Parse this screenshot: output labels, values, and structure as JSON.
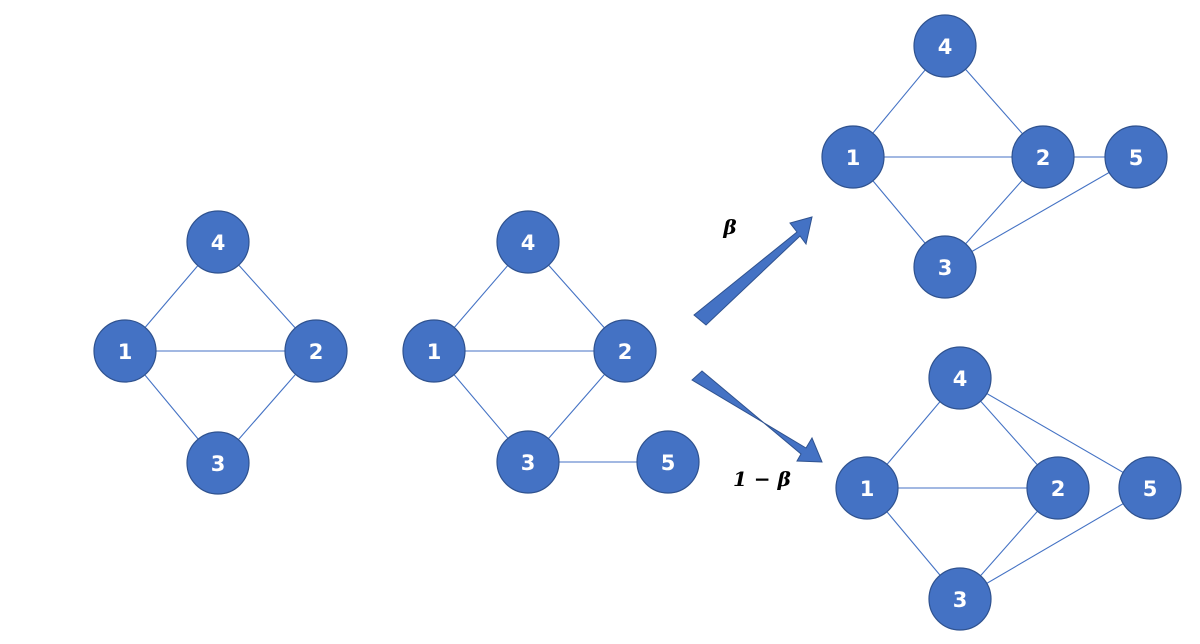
{
  "graphs": [
    {
      "id": "graph-initial",
      "nodes": [
        {
          "id": "n1",
          "label": "1"
        },
        {
          "id": "n2",
          "label": "2"
        },
        {
          "id": "n3",
          "label": "3"
        },
        {
          "id": "n4",
          "label": "4"
        }
      ],
      "edges": [
        [
          "n1",
          "n4"
        ],
        [
          "n4",
          "n2"
        ],
        [
          "n1",
          "n2"
        ],
        [
          "n1",
          "n3"
        ],
        [
          "n3",
          "n2"
        ]
      ]
    },
    {
      "id": "graph-new-node",
      "nodes": [
        {
          "id": "n1",
          "label": "1"
        },
        {
          "id": "n2",
          "label": "2"
        },
        {
          "id": "n3",
          "label": "3"
        },
        {
          "id": "n4",
          "label": "4"
        },
        {
          "id": "n5",
          "label": "5"
        }
      ],
      "edges": [
        [
          "n1",
          "n4"
        ],
        [
          "n4",
          "n2"
        ],
        [
          "n1",
          "n2"
        ],
        [
          "n1",
          "n3"
        ],
        [
          "n3",
          "n2"
        ],
        [
          "n3",
          "n5"
        ]
      ]
    },
    {
      "id": "graph-outcome-beta",
      "nodes": [
        {
          "id": "n1",
          "label": "1"
        },
        {
          "id": "n2",
          "label": "2"
        },
        {
          "id": "n3",
          "label": "3"
        },
        {
          "id": "n4",
          "label": "4"
        },
        {
          "id": "n5",
          "label": "5"
        }
      ],
      "edges": [
        [
          "n1",
          "n4"
        ],
        [
          "n4",
          "n2"
        ],
        [
          "n1",
          "n2"
        ],
        [
          "n1",
          "n3"
        ],
        [
          "n3",
          "n2"
        ],
        [
          "n2",
          "n5"
        ],
        [
          "n3",
          "n5"
        ]
      ]
    },
    {
      "id": "graph-outcome-one-minus-beta",
      "nodes": [
        {
          "id": "n1",
          "label": "1"
        },
        {
          "id": "n2",
          "label": "2"
        },
        {
          "id": "n3",
          "label": "3"
        },
        {
          "id": "n4",
          "label": "4"
        },
        {
          "id": "n5",
          "label": "5"
        }
      ],
      "edges": [
        [
          "n1",
          "n4"
        ],
        [
          "n4",
          "n2"
        ],
        [
          "n1",
          "n2"
        ],
        [
          "n1",
          "n3"
        ],
        [
          "n3",
          "n2"
        ],
        [
          "n4",
          "n5"
        ],
        [
          "n3",
          "n5"
        ]
      ]
    }
  ],
  "arrows": [
    {
      "id": "arrow-beta",
      "label": "β"
    },
    {
      "id": "arrow-one-minus-beta",
      "label": "1 − β"
    }
  ],
  "colors": {
    "node_fill": "#4472c4",
    "node_stroke": "#2f528f",
    "edge": "#4472c4",
    "label_text": "#ffffff"
  }
}
